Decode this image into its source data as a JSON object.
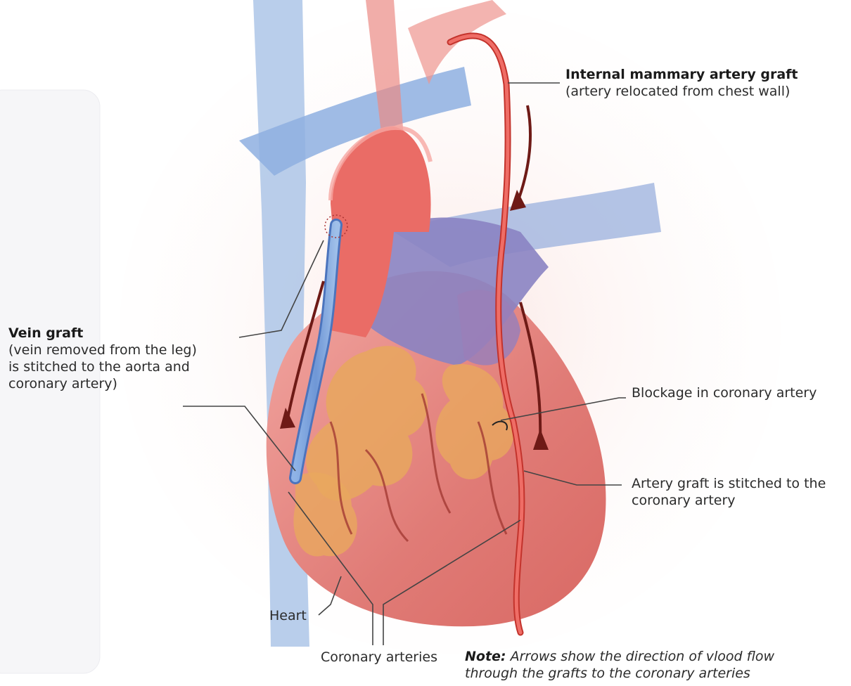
{
  "labels": {
    "mammary_title": "Internal mammary artery graft",
    "mammary_sub": "(artery relocated from chest wall)",
    "vein_title": "Vein graft",
    "vein_line1": "(vein removed from the leg)",
    "vein_line2": "is stitched to the aorta and",
    "vein_line3": "coronary artery)",
    "blockage": "Blockage in coronary artery",
    "artery_stitch_line1": "Artery graft is stitched to the",
    "artery_stitch_line2": "coronary artery",
    "heart": "Heart",
    "coronary_arteries": "Coronary arteries",
    "note_label": "Note:",
    "note_line1": "Arrows show the direction of vlood flow",
    "note_line2": "through the grafts to the coronary arteries"
  },
  "colors": {
    "artery_red": "#e45a55",
    "heart_pink": "#e88a86",
    "vein_blue": "#6f97d6",
    "fat_yellow": "#e8a75e",
    "arrow_dark": "#6e1a16",
    "leader_line": "#444444"
  }
}
